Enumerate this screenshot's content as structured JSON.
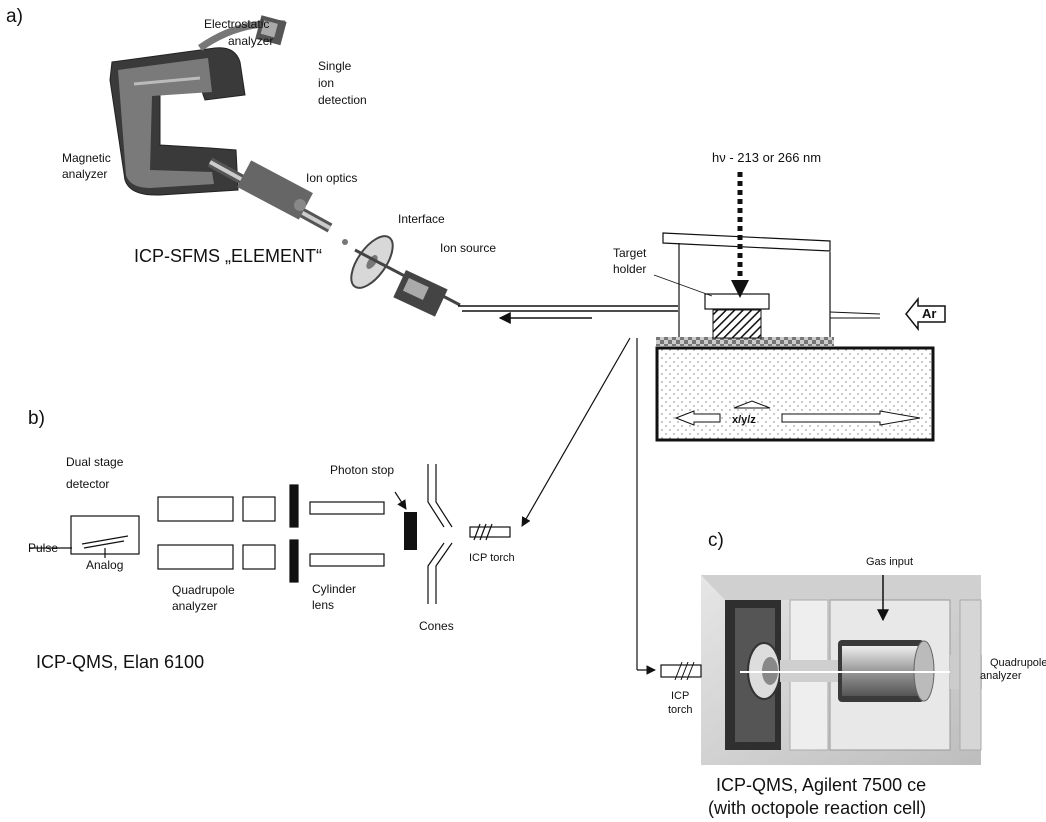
{
  "sections": {
    "a": "a)",
    "b": "b)",
    "c": "c)"
  },
  "instrument_a": {
    "electrostatic_analyzer_1": "Electrostatic",
    "electrostatic_analyzer_2": "analyzer",
    "single_ion_1": "Single",
    "single_ion_2": "ion",
    "single_ion_3": "detection",
    "magnetic_1": "Magnetic",
    "magnetic_2": "analyzer",
    "ion_optics": "Ion optics",
    "interface": "Interface",
    "ion_source": "Ion source",
    "title": "ICP-SFMS „ELEMENT“"
  },
  "laser": {
    "wavelength": "hν - 213 or 266 nm",
    "target_holder_1": "Target",
    "target_holder_2": "holder",
    "gas": "Ar",
    "stage": "x/y/z"
  },
  "instrument_b": {
    "detector_1": "Dual stage",
    "detector_2": "detector",
    "pulse": "Pulse",
    "analog": "Analog",
    "quad_1": "Quadrupole",
    "quad_2": "analyzer",
    "cyl_1": "Cylinder",
    "cyl_2": "lens",
    "photon_stop": "Photon stop",
    "cones": "Cones",
    "torch": "ICP torch",
    "title": "ICP-QMS, Elan 6100"
  },
  "instrument_c": {
    "gas_input": "Gas input",
    "quad_1": "Quadrupole",
    "quad_2": "analyzer",
    "torch_1": "ICP",
    "torch_2": "torch",
    "title_1": "ICP-QMS, Agilent 7500 ce",
    "title_2": "(with octopole reaction cell)"
  }
}
